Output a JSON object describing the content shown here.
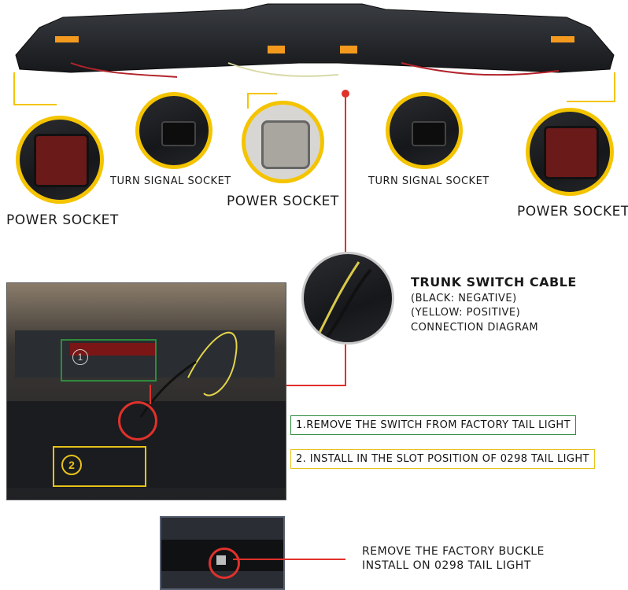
{
  "top_labels": {
    "power_socket_left": "POWER SOCKET",
    "turn_signal_left": "TURN SIGNAL SOCKET",
    "power_socket_center": "POWER SOCKET",
    "turn_signal_right": "TURN SIGNAL SOCKET",
    "power_socket_right": "POWER SOCKET"
  },
  "trunk_switch": {
    "title": "TRUNK SWITCH CABLE",
    "line1": "(BLACK: NEGATIVE)",
    "line2": "(YELLOW: POSITIVE)",
    "line3": "CONNECTION DIAGRAM"
  },
  "steps": {
    "step1": "1.REMOVE THE SWITCH FROM FACTORY TAIL LIGHT",
    "step2": "2. INSTALL IN THE SLOT POSITION OF 0298 TAIL LIGHT",
    "marker1": "1",
    "marker2": "2"
  },
  "bottom_note": {
    "line1": "REMOVE THE FACTORY BUCKLE",
    "line2": "INSTALL ON 0298 TAIL LIGHT"
  },
  "colors": {
    "accent_yellow": "#f4c400",
    "callout_red": "#e0312b",
    "step1_green": "#2e8b3d",
    "step2_yellow": "#e7c21a"
  }
}
